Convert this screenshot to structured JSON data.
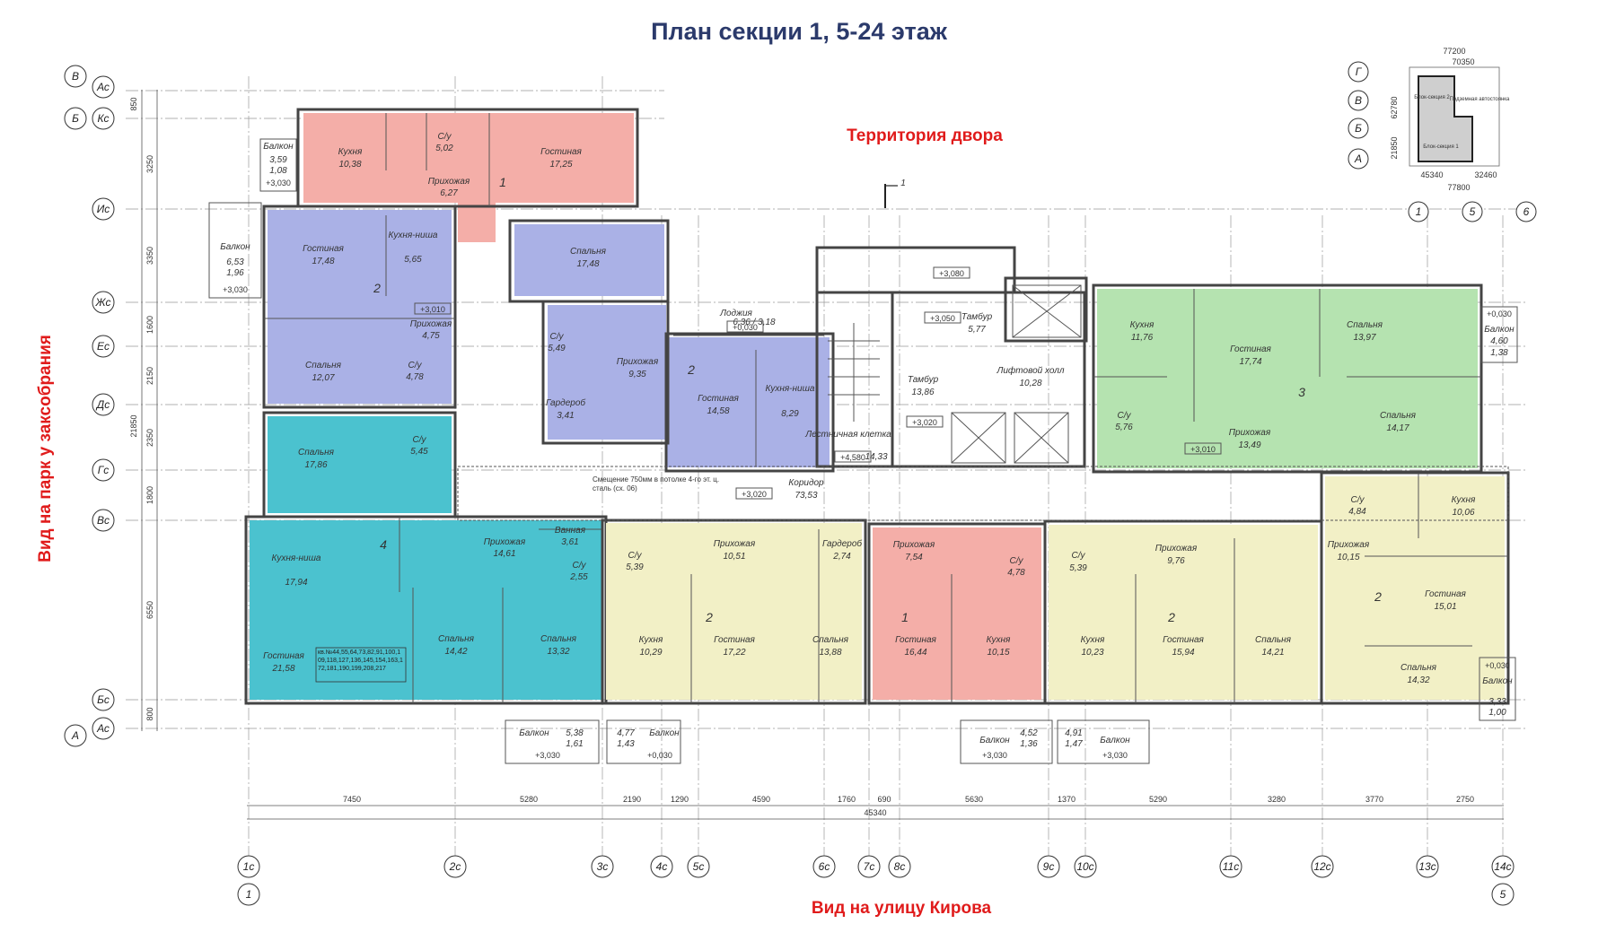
{
  "title": "План секции 1, 5-24 этаж",
  "courtyard_label": "Территория двора",
  "park_view_label": "Вид на парк у заксобрания",
  "street_view_label": "Вид на улицу Кирова",
  "section_mark": "1",
  "apartment_numbers": "кв.№44,55,64,73,82,91,100,109,118,127,136,145,154,163,172,181,190,199,208,217",
  "offset_note": "Смещение 750мм в потолке 4-го эт. ц. сталь (сх. 06)",
  "apartments": {
    "a1": {
      "color": "#f4aea8",
      "rooms": [
        "Кухня",
        "С/у",
        "Гостиная",
        "Прихожая"
      ],
      "areas": [
        "10,38",
        "5,02",
        "17,25",
        "6,27"
      ],
      "mark": "1"
    },
    "a2": {
      "color": "#aab1e6",
      "rooms": [
        "Гостиная",
        "Кухня-ниша",
        "Прихожая",
        "Спальня",
        "С/у"
      ],
      "areas": [
        "17,48",
        "5,65",
        "4,75",
        "12,07",
        "4,78"
      ],
      "mark": "2"
    },
    "a3": {
      "color": "#aab1e6",
      "rooms": [
        "Спальня",
        "С/у",
        "Прихожая",
        "Гардероб",
        "Гостиная",
        "Кухня-ниша",
        "Лоджия"
      ],
      "areas": [
        "17,48",
        "5,49",
        "9,35",
        "3,41",
        "14,58",
        "8,29",
        "6,36 / 3,18"
      ],
      "mark": "2"
    },
    "a4": {
      "color": "#4bc2cf",
      "rooms": [
        "Спальня",
        "С/у",
        "Кухня-ниша",
        "Прихожая",
        "Ванная",
        "С/у",
        "Гостиная",
        "Спальня",
        "Спальня"
      ],
      "areas": [
        "17,86",
        "5,45",
        "17,94",
        "14,61",
        "3,61",
        "2,55",
        "21,58",
        "14,42",
        "13,32"
      ],
      "mark": "4"
    },
    "a5": {
      "color": "#b5e3b0",
      "rooms": [
        "Кухня",
        "Гостиная",
        "Спальня",
        "С/у",
        "Прихожая",
        "Спальня"
      ],
      "areas": [
        "11,76",
        "17,74",
        "13,97",
        "5,76",
        "13,49",
        "14,17"
      ],
      "mark": "3"
    },
    "a6": {
      "color": "#f2f0c6",
      "rooms": [
        "С/у",
        "Прихожая",
        "Гардероб",
        "Кухня",
        "Гостиная",
        "Спальня"
      ],
      "areas": [
        "5,39",
        "10,51",
        "2,74",
        "10,29",
        "17,22",
        "13,88"
      ],
      "mark": "2"
    },
    "a7": {
      "color": "#f4aea8",
      "rooms": [
        "Прихожая",
        "С/у",
        "Гостиная",
        "Кухня"
      ],
      "areas": [
        "7,54",
        "4,78",
        "16,44",
        "10,15"
      ],
      "mark": "1"
    },
    "a8": {
      "color": "#f2f0c6",
      "rooms": [
        "С/у",
        "Прихожая",
        "Кухня",
        "Гостиная",
        "Спальня"
      ],
      "areas": [
        "5,39",
        "9,76",
        "10,23",
        "15,94",
        "14,21"
      ],
      "mark": "2"
    },
    "a9": {
      "color": "#f2f0c6",
      "rooms": [
        "С/у",
        "Кухня",
        "Прихожая",
        "Гостиная",
        "Спальня"
      ],
      "areas": [
        "4,84",
        "10,06",
        "10,15",
        "15,01",
        "14,32"
      ],
      "mark": "2"
    }
  },
  "common": {
    "corridor": "Коридор",
    "corridor_area": "73,53",
    "stair": "Лестничная клетка",
    "stair_area": "14,33",
    "tambur1": "Тамбур",
    "tambur1_area": "5,77",
    "tambur2": "Тамбур",
    "tambur2_area": "13,86",
    "lift_hall": "Лифтовой холл",
    "lift_hall_area": "10,28"
  },
  "balconies": {
    "b1": {
      "label": "Балкон",
      "a": "3,59",
      "b": "1,08",
      "lvl": "+3,030"
    },
    "b2": {
      "label": "Балкон",
      "a": "6,53",
      "b": "1,96",
      "lvl": "+3,030"
    },
    "b3": {
      "label": "Балкон",
      "a": "4,60",
      "b": "1,38",
      "lvl": "+0,030"
    },
    "b4": {
      "label": "Балкон",
      "a": "3,33",
      "b": "1,00",
      "lvl": "+0,030"
    },
    "b5": {
      "label": "Балкон",
      "a": "5,38",
      "b": "1,61",
      "lvl": "+3,030"
    },
    "b6": {
      "label": "Балкон",
      "a": "4,77",
      "b": "1,43",
      "lvl": "+0,030"
    },
    "b7": {
      "label": "Балкон",
      "a": "4,52",
      "b": "1,36",
      "lvl": "+3,030"
    },
    "b8": {
      "label": "Балкон",
      "a": "4,91",
      "b": "1,47",
      "lvl": "+3,030"
    }
  },
  "levels": [
    "+3,010",
    "+3,080",
    "+3,050",
    "+3,020",
    "+4,580",
    "+0,030",
    "+3,020",
    "+3,010"
  ],
  "axes_left": [
    "В",
    "Ас",
    "Б",
    "Кс",
    "Ис",
    "Жс",
    "Ес",
    "Дс",
    "Гс",
    "Вс",
    "Бс",
    "А",
    "Ас"
  ],
  "left_dims": [
    "850",
    "3250",
    "3350",
    "1600",
    "2150",
    "2350",
    "1800",
    "6550",
    "800",
    "21850"
  ],
  "axes_bottom": [
    "1с",
    "2с",
    "3с",
    "4с",
    "5с",
    "6с",
    "7с",
    "8с",
    "9с",
    "10с",
    "11с",
    "12с",
    "13с",
    "14с"
  ],
  "axes_bottom2": [
    "1",
    "5"
  ],
  "bottom_dims": [
    "7450",
    "5280",
    "2190",
    "1290",
    "4590",
    "1760",
    "690",
    "5630",
    "1370",
    "5290",
    "3280",
    "3770",
    "2750"
  ],
  "bottom_total": "45340",
  "key_plan": {
    "axes_left": [
      "Г",
      "В",
      "Б",
      "А"
    ],
    "axes_bottom": [
      "1",
      "5",
      "6"
    ],
    "dims_top": [
      "77200",
      "70350"
    ],
    "dims_bottom": [
      "45340",
      "32460",
      "77800"
    ],
    "dims_left": [
      "62780",
      "21850"
    ],
    "labels": [
      "Блок-секция 2",
      "Подземная автостоянка",
      "Блок-секция 1"
    ]
  }
}
